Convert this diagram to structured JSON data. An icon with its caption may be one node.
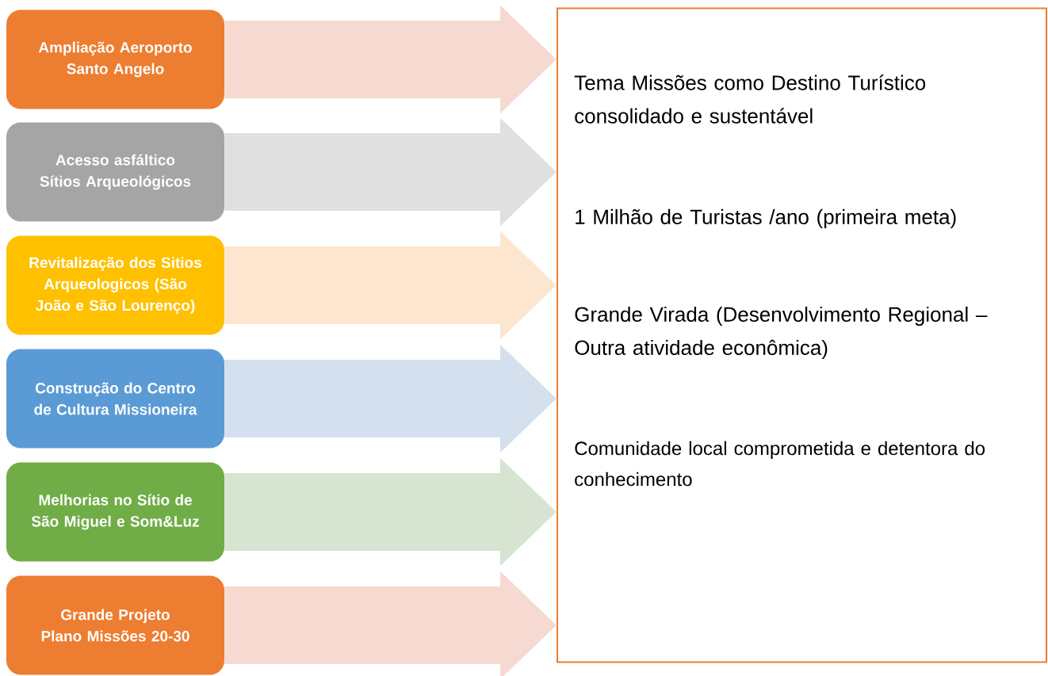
{
  "diagram": {
    "nodes": [
      {
        "text": [
          "Ampliação Aeroporto Santo Angelo"
        ]
      },
      {
        "text": [
          "Acesso asfáltico Sítios Arqueológicos"
        ]
      },
      {
        "text": [
          "Revitalização dos Sitios Arqueologicos (São João e São Lourenço)"
        ]
      },
      {
        "text": [
          "Construção do Centro de Cultura Missioneira"
        ]
      },
      {
        "text": [
          "Melhorias no Sítio de São Miguel e Som&Luz"
        ]
      },
      {
        "text": [
          "Grande Projeto Plano Missões 20-30"
        ]
      },
      {
        "text": [
          "Tema Missões como Destino Turístico consolidado e sustentável",
          "1 Milhão de Turistas /ano (primeira meta)",
          "Grande Virada (Desenvolvimento Regional – Outra atividade econômica)",
          "Comunidade local comprometida e detentora do conhecimento"
        ]
      }
    ],
    "edges": [
      {
        "from": 0,
        "to": 6,
        "arrow": "to",
        "color": "#f6d9d0"
      },
      {
        "from": 1,
        "to": 6,
        "arrow": "to",
        "color": "#e0e0e0"
      },
      {
        "from": 2,
        "to": 6,
        "arrow": "to",
        "color": "#fde6cf"
      },
      {
        "from": 3,
        "to": 6,
        "arrow": "to",
        "color": "#d4e0ee"
      },
      {
        "from": 4,
        "to": 6,
        "arrow": "to",
        "color": "#d8e4d2"
      },
      {
        "from": 5,
        "to": 6,
        "arrow": "to",
        "color": "#f6d9d0"
      }
    ]
  }
}
